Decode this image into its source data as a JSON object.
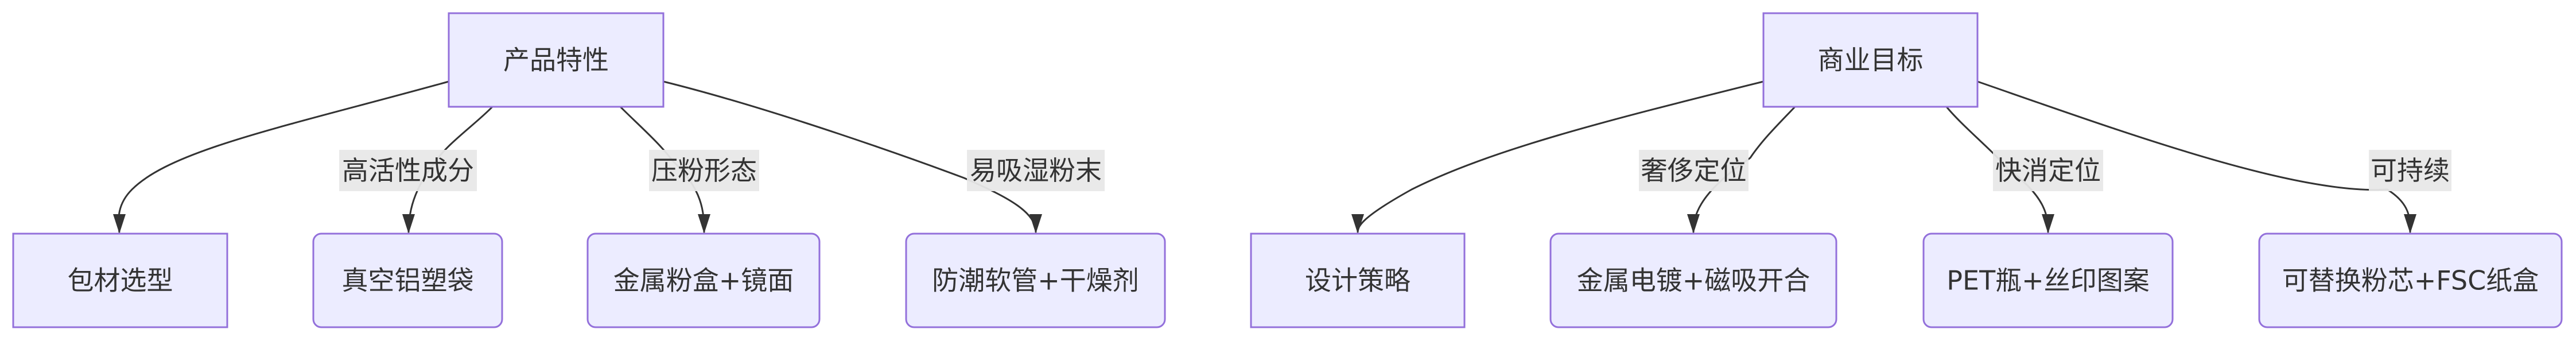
{
  "diagram": {
    "type": "flowchart",
    "direction": "top-down",
    "colors": {
      "node_fill": "#ECECFF",
      "node_stroke": "#9370DB",
      "edge": "#333333",
      "label_bg": "#E8E8E8",
      "text": "#333333"
    },
    "nodes": [
      {
        "id": "product_traits",
        "label": "产品特性",
        "shape": "rect",
        "level": 0
      },
      {
        "id": "packaging_selection",
        "label": "包材选型",
        "shape": "rect",
        "level": 1
      },
      {
        "id": "vacuum_foil_bag",
        "label": "真空铝塑袋",
        "shape": "round",
        "level": 1
      },
      {
        "id": "metal_compact_mirror",
        "label": "金属粉盒+镜面",
        "shape": "round",
        "level": 1
      },
      {
        "id": "moisture_tube_desiccant",
        "label": "防潮软管+干燥剂",
        "shape": "round",
        "level": 1
      },
      {
        "id": "business_goals",
        "label": "商业目标",
        "shape": "rect",
        "level": 0
      },
      {
        "id": "design_strategy",
        "label": "设计策略",
        "shape": "rect",
        "level": 1
      },
      {
        "id": "metal_plating_magnetic",
        "label": "金属电镀+磁吸开合",
        "shape": "round",
        "level": 1
      },
      {
        "id": "pet_bottle_silkscreen",
        "label": "PET瓶+丝印图案",
        "shape": "round",
        "level": 1
      },
      {
        "id": "refill_fsc_box",
        "label": "可替换粉芯+FSC纸盒",
        "shape": "round",
        "level": 1
      }
    ],
    "edges": [
      {
        "from": "product_traits",
        "to": "packaging_selection",
        "label": ""
      },
      {
        "from": "product_traits",
        "to": "vacuum_foil_bag",
        "label": "高活性成分"
      },
      {
        "from": "product_traits",
        "to": "metal_compact_mirror",
        "label": "压粉形态"
      },
      {
        "from": "product_traits",
        "to": "moisture_tube_desiccant",
        "label": "易吸湿粉末"
      },
      {
        "from": "business_goals",
        "to": "design_strategy",
        "label": ""
      },
      {
        "from": "business_goals",
        "to": "metal_plating_magnetic",
        "label": "奢侈定位"
      },
      {
        "from": "business_goals",
        "to": "pet_bottle_silkscreen",
        "label": "快消定位"
      },
      {
        "from": "business_goals",
        "to": "refill_fsc_box",
        "label": "可持续"
      }
    ]
  }
}
